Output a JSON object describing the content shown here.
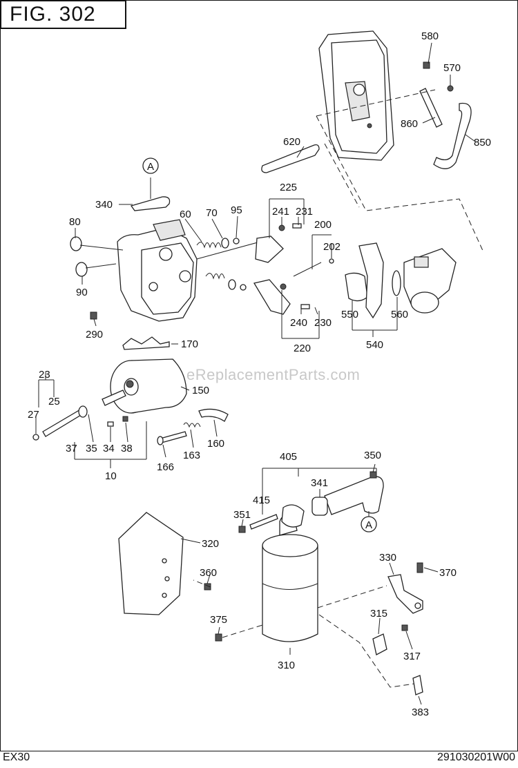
{
  "figure_title": "FIG. 302",
  "model": "EX30",
  "drawing_code": "291030201W00",
  "watermark": "eReplacementParts.com",
  "reference_marker": "A",
  "callouts": {
    "c580": "580",
    "c570": "570",
    "c860": "860",
    "c850": "850",
    "c620": "620",
    "c340": "340",
    "c225": "225",
    "c241": "241",
    "c231": "231",
    "c200": "200",
    "c202": "202",
    "c60": "60",
    "c70": "70",
    "c95": "95",
    "c80": "80",
    "c90": "90",
    "c290": "290",
    "c240": "240",
    "c230": "230",
    "c220": "220",
    "c550": "550",
    "c560": "560",
    "c540": "540",
    "c170": "170",
    "c150": "150",
    "c23": "23",
    "c25": "25",
    "c27": "27",
    "c37": "37",
    "c35": "35",
    "c34": "34",
    "c38": "38",
    "c10": "10",
    "c166": "166",
    "c163": "163",
    "c160": "160",
    "c405": "405",
    "c350": "350",
    "c341": "341",
    "c415": "415",
    "c351": "351",
    "c320": "320",
    "c360": "360",
    "c330": "330",
    "c370": "370",
    "c375": "375",
    "c315": "315",
    "c317": "317",
    "c310": "310",
    "c383": "383"
  }
}
